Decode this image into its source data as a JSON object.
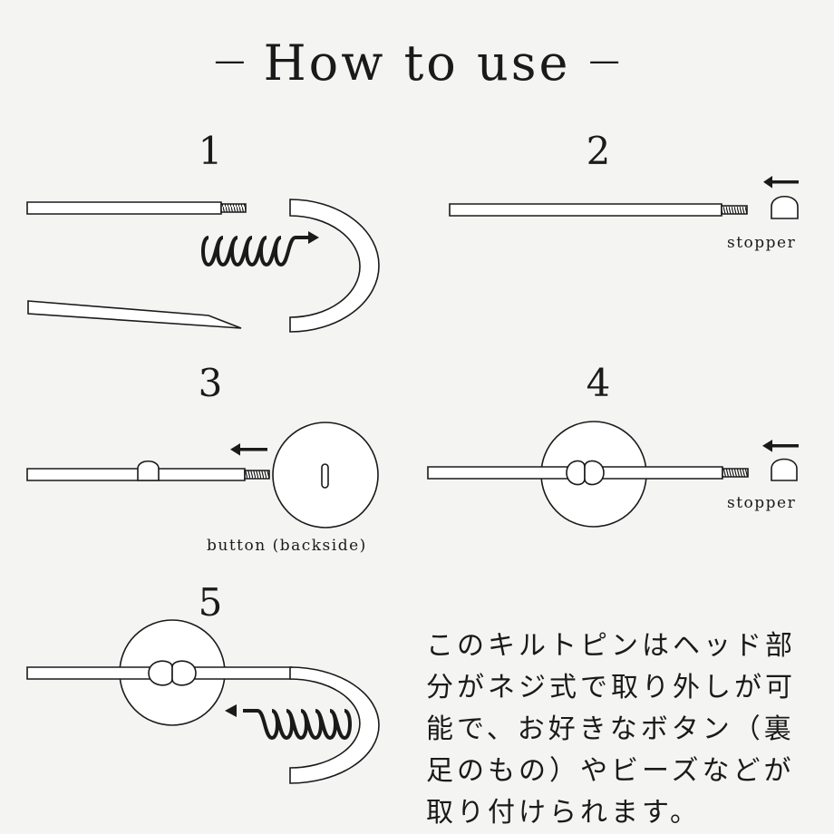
{
  "title": {
    "dash_left": "—",
    "text": "How to use",
    "dash_right": "—"
  },
  "steps": [
    {
      "number": "1"
    },
    {
      "number": "2",
      "caption": "stopper"
    },
    {
      "number": "3",
      "caption": "button (backside)"
    },
    {
      "number": "4",
      "caption": "stopper"
    },
    {
      "number": "5"
    }
  ],
  "description_lines": [
    "このキルトピンはヘッド部",
    "分がネジ式で取り外しが可",
    "能で、お好きなボタン（裏",
    "足のもの）やビーズなどが",
    "取り付けられます。"
  ],
  "colors": {
    "background": "#f4f4f3",
    "ink": "#1a1a1a",
    "fill": "#ffffff"
  }
}
